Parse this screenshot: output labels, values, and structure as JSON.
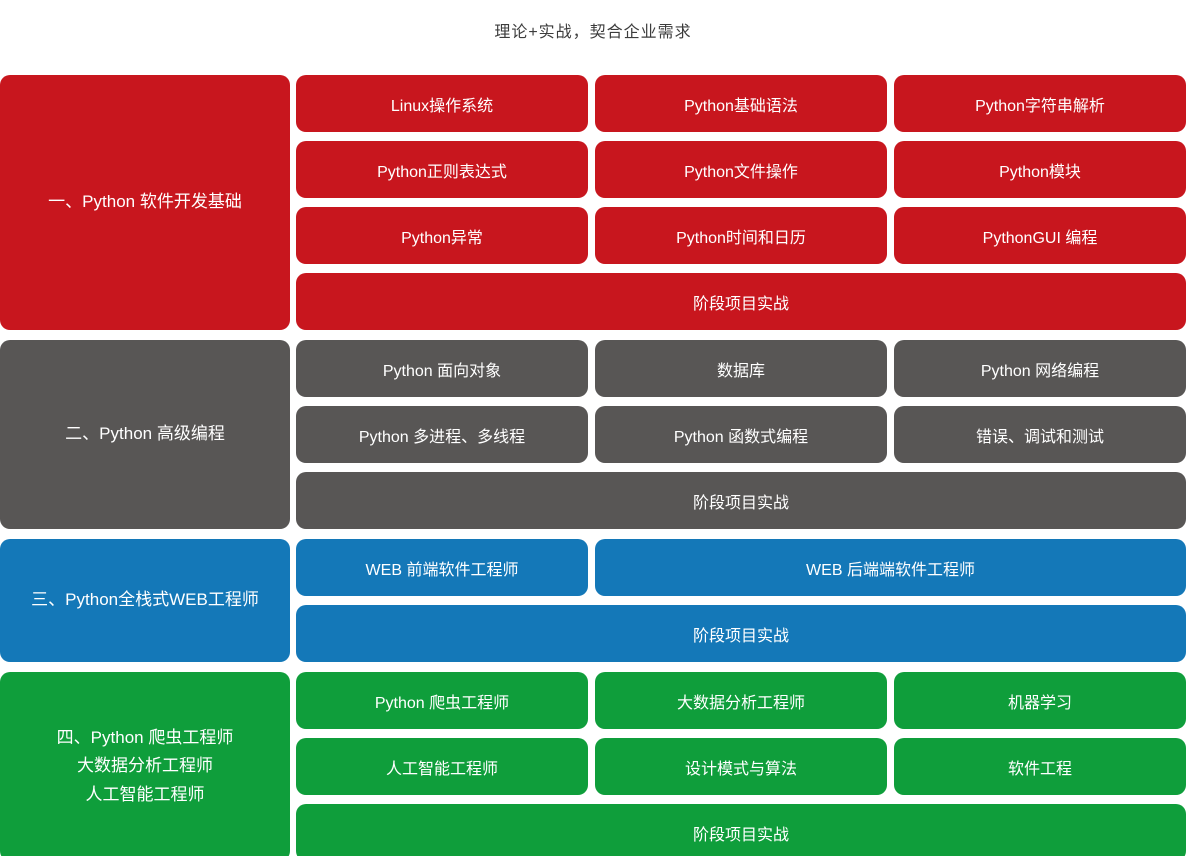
{
  "page": {
    "title": "理论+实战，契合企业需求"
  },
  "colors": {
    "red": "#C8161E",
    "gray": "#585655",
    "blue": "#1478B8",
    "green": "#0F9E3B"
  },
  "sections": [
    {
      "label": "一、Python 软件开发基础",
      "color": "red",
      "rows": [
        [
          "Linux操作系统",
          "Python基础语法",
          "Python字符串解析"
        ],
        [
          "Python正则表达式",
          "Python文件操作",
          "Python模块"
        ],
        [
          "Python异常",
          "Python时间和日历",
          "PythonGUI 编程"
        ],
        [
          "阶段项目实战"
        ]
      ]
    },
    {
      "label": "二、Python 高级编程",
      "color": "gray",
      "rows": [
        [
          "Python 面向对象",
          "数据库",
          "Python 网络编程"
        ],
        [
          "Python 多进程、多线程",
          "Python 函数式编程",
          "错误、调试和测试"
        ],
        [
          "阶段项目实战"
        ]
      ]
    },
    {
      "label": "三、Python全栈式WEB工程师",
      "color": "blue",
      "rows": [
        [
          "WEB 前端软件工程师",
          "WEB 后端端软件工程师"
        ],
        [
          "阶段项目实战"
        ]
      ]
    },
    {
      "label": "四、Python 爬虫工程师\n大数据分析工程师\n人工智能工程师",
      "color": "green",
      "rows": [
        [
          "Python 爬虫工程师",
          "大数据分析工程师",
          "机器学习"
        ],
        [
          "人工智能工程师",
          "设计模式与算法",
          "软件工程"
        ],
        [
          "阶段项目实战"
        ]
      ]
    }
  ]
}
